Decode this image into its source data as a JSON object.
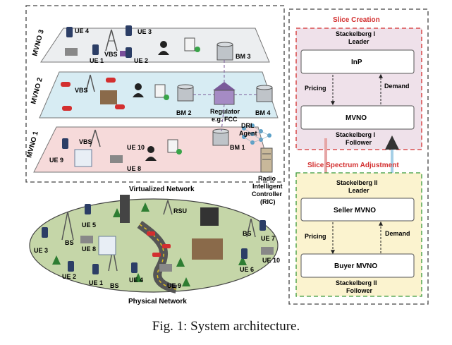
{
  "diagram": {
    "mvno_layers": [
      {
        "label": "MVNO 3",
        "color": "#eceef0",
        "ues": [
          "UE 4",
          "UE 3",
          "UE 1",
          "UE 2"
        ],
        "vbs": "VBS",
        "bm": "BM 3"
      },
      {
        "label": "MVNO 2",
        "color": "#d7ecf3",
        "vbs": "VBS",
        "bm": "BM 2",
        "bm_right": "BM 4"
      },
      {
        "label": "MVNO 1",
        "color": "#f6dada",
        "vbs": "VBS",
        "ues": [
          "UE 9",
          "UE 10",
          "UE 8"
        ],
        "bm": "BM 1"
      }
    ],
    "regulator_label": "Regulator",
    "regulator_sub": "e.g. FCC",
    "drl_label_1": "DRL",
    "drl_label_2": "Agent",
    "ric_label_1": "Radio",
    "ric_label_2": "Intelligent",
    "ric_label_3": "Controller",
    "ric_label_4": "(RIC)",
    "virtualized_label": "Virtualized Network",
    "physical_label": "Physical Network",
    "physical_nodes": {
      "ue_labels": [
        "UE 5",
        "UE 8",
        "UE 3",
        "UE 2",
        "UE 1",
        "UE 4",
        "UE 9",
        "UE 7",
        "UE 10",
        "UE 6"
      ],
      "bs_labels": [
        "BS",
        "BS",
        "BS"
      ],
      "rsu_label": "RSU"
    },
    "slice_creation": {
      "title": "Slice Creation",
      "leader_1": "Stackelberg  I",
      "leader_2": "Leader",
      "top_box": "InP",
      "bottom_box": "MVNO",
      "left_arrow": "Pricing",
      "right_arrow": "Demand",
      "follower_1": "Stackelberg  I",
      "follower_2": "Follower"
    },
    "slice_adjustment": {
      "title": "Slice Spectrum Adjustment",
      "leader_1": "Stackelberg II",
      "leader_2": "Leader",
      "top_box": "Seller MVNO",
      "bottom_box": "Buyer MVNO",
      "left_arrow": "Pricing",
      "right_arrow": "Demand",
      "follower_1": "Stackelberg II",
      "follower_2": "Follower"
    }
  },
  "caption": "Fig. 1: System architecture.",
  "colors": {
    "red_accent": "#d32f2f",
    "green_dash": "#3a9a3a",
    "sc_fill": "#efe1ea",
    "ssa_fill": "#fbf3cf"
  }
}
